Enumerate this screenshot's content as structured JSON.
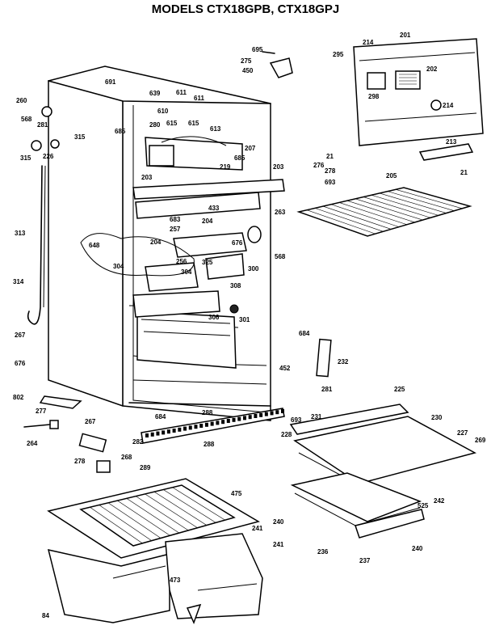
{
  "title": "MODELS CTX18GPB, CTX18GPJ",
  "labels": [
    "695",
    "275",
    "450",
    "295",
    "214",
    "201",
    "202",
    "298",
    "214",
    "213",
    "691",
    "260",
    "568",
    "281",
    "315",
    "315",
    "226",
    "639",
    "611",
    "611",
    "610",
    "615",
    "615",
    "613",
    "280",
    "685",
    "207",
    "685",
    "219",
    "203",
    "203",
    "21",
    "276",
    "278",
    "693",
    "205",
    "21",
    "433",
    "683",
    "204",
    "263",
    "313",
    "257",
    "648",
    "204",
    "676",
    "304",
    "256",
    "304",
    "325",
    "568",
    "308",
    "300",
    "306",
    "301",
    "314",
    "684",
    "232",
    "267",
    "676",
    "452",
    "281",
    "802",
    "277",
    "267",
    "264",
    "684",
    "288",
    "288",
    "282",
    "693",
    "231",
    "225",
    "230",
    "227",
    "269",
    "278",
    "268",
    "289",
    "228",
    "242",
    "475",
    "525",
    "240",
    "241",
    "241",
    "473",
    "236",
    "237",
    "240",
    "84"
  ]
}
